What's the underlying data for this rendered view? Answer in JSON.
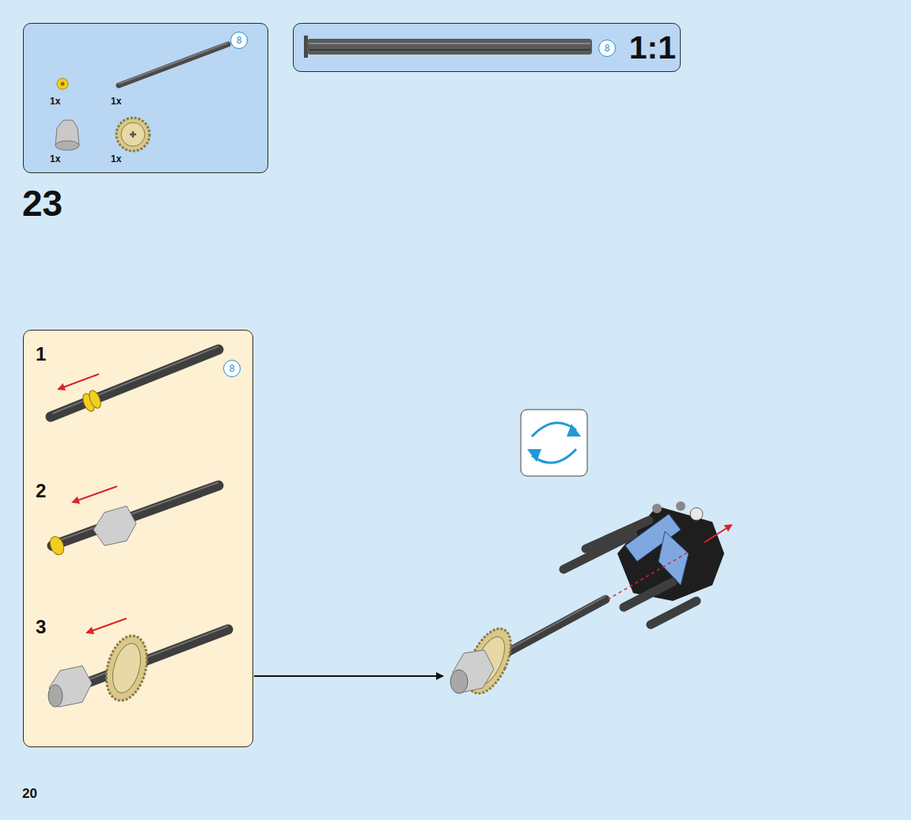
{
  "diagram": {
    "nodes": [
      {
        "text": [
          "1x",
          "1x",
          "1x",
          "1x"
        ]
      },
      {
        "text": [
          "8"
        ],
        "in": 0
      },
      {
        "text": [
          "1:1"
        ]
      },
      {
        "text": [
          "8"
        ],
        "in": 2
      },
      {
        "text": [
          "1",
          "2",
          "3"
        ]
      },
      {
        "text": [
          "8"
        ],
        "in": 4
      }
    ],
    "labels": [
      "23",
      "20"
    ]
  }
}
